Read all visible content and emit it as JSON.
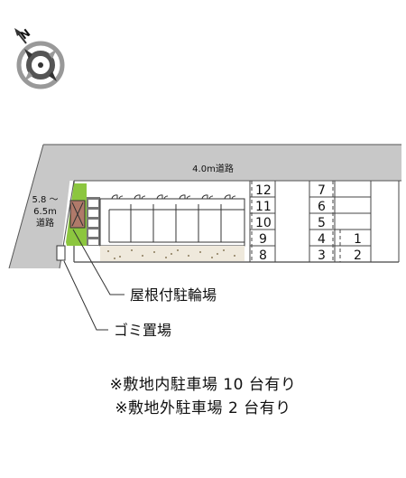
{
  "compass": {
    "icon": "compass-rose-icon",
    "north_letter": "N"
  },
  "road_top": {
    "label": "4.0m道路"
  },
  "road_left": {
    "label_lines": [
      "5.8 〜",
      "6.5m",
      "道路"
    ]
  },
  "parking_left_col": [
    "12",
    "11",
    "10",
    "9",
    "8"
  ],
  "parking_mid_col": [
    "7",
    "6",
    "5",
    "4",
    "3"
  ],
  "parking_right_col": [
    "1",
    "2"
  ],
  "legend": {
    "bicycle": "屋根付駐輪場",
    "trash": "ゴミ置場"
  },
  "notes": [
    "※敷地内駐車場 10 台有り",
    "※敷地外駐車場 2 台有り"
  ],
  "colors": {
    "road": "#c8c8c8",
    "green": "#8cc63f",
    "hatch": "#777777",
    "gravel": "#efe9dc",
    "trash": "#b07a6a"
  }
}
